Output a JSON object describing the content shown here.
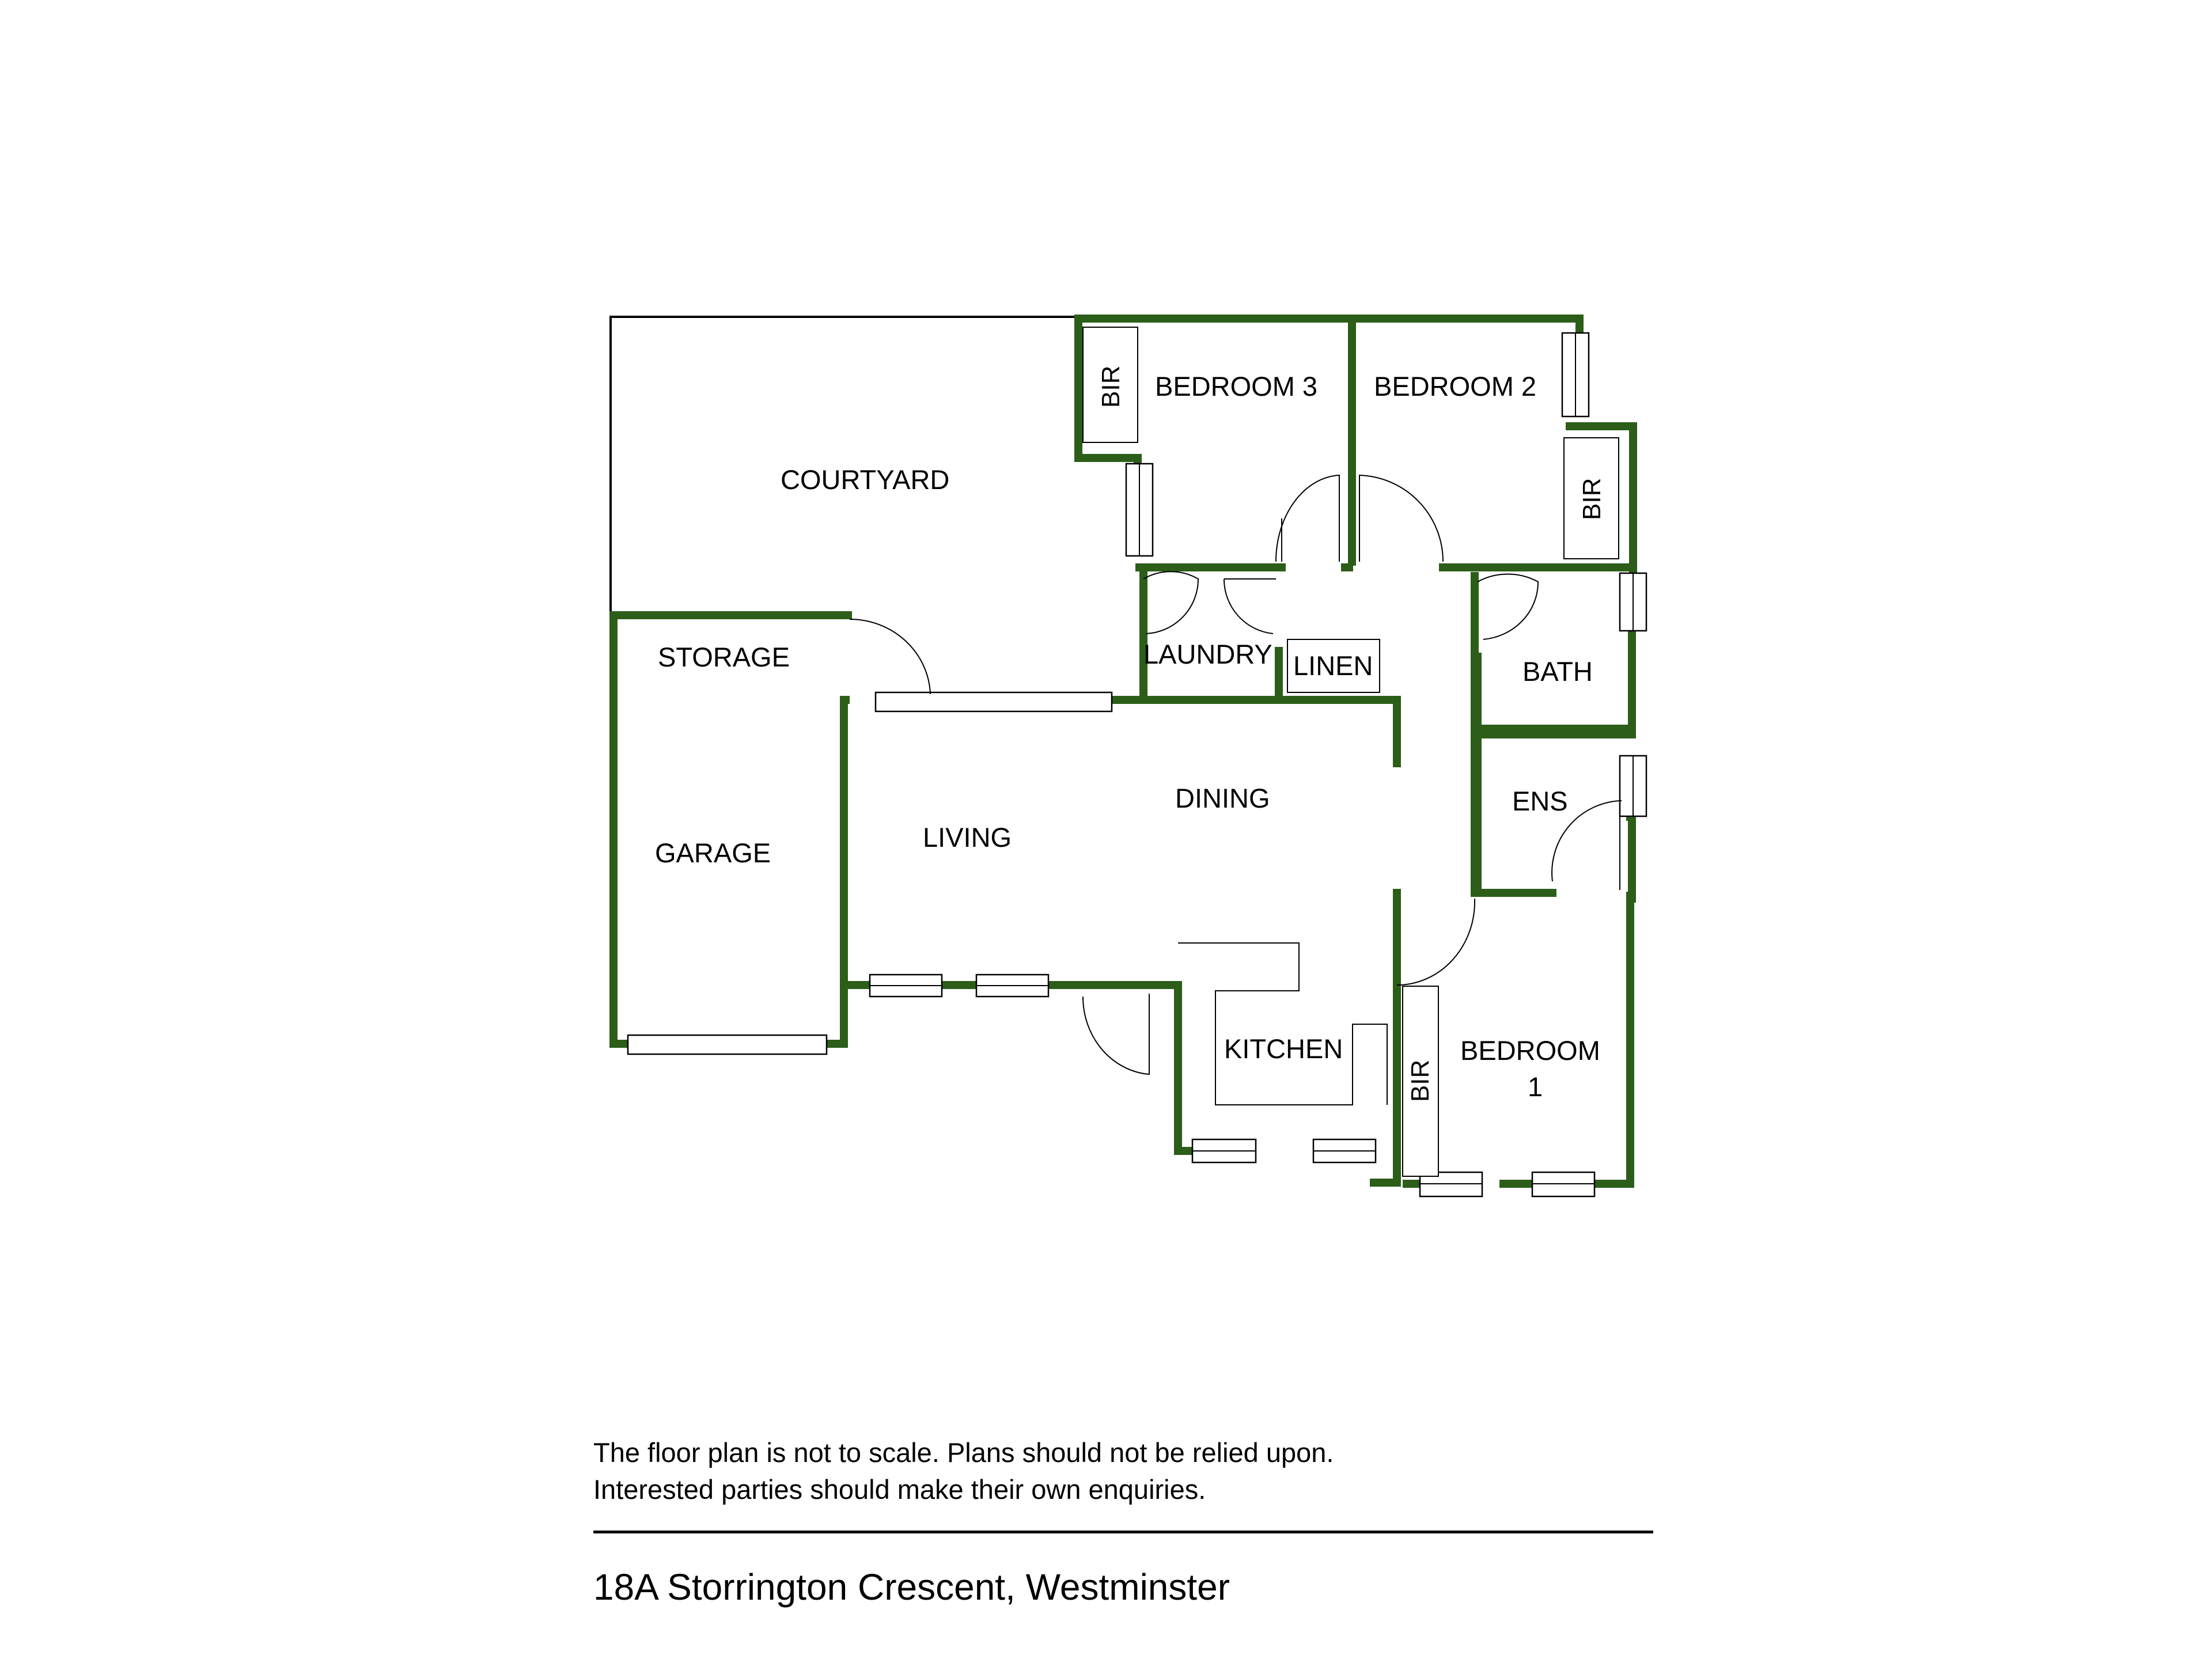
{
  "rooms": {
    "courtyard": "COURTYARD",
    "bedroom3": "BEDROOM 3",
    "bedroom2": "BEDROOM 2",
    "bir_bed3": "BIR",
    "bir_bed2": "BIR",
    "bir_bed1": "BIR",
    "storage": "STORAGE",
    "laundry": "LAUNDRY",
    "linen": "LINEN",
    "bath": "BATH",
    "ens": "ENS",
    "garage": "GARAGE",
    "living": "LIVING",
    "dining": "DINING",
    "kitchen": "KITCHEN",
    "bedroom1_line1": "BEDROOM",
    "bedroom1_line2": "1"
  },
  "disclaimer": {
    "line1": "The floor plan is not to scale. Plans should not be relied upon.",
    "line2": "Interested parties should make their own enquiries."
  },
  "address": "18A Storrington Crescent, Westminster",
  "colors": {
    "wall": "#2c5e1a",
    "background": "#ffffff",
    "text": "#000000"
  }
}
